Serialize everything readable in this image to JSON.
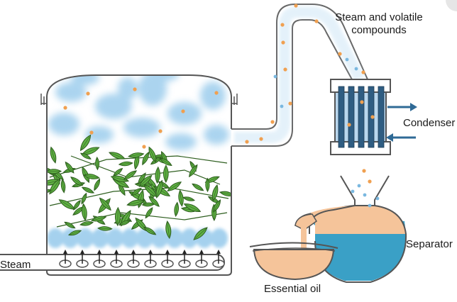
{
  "labels": {
    "steam_volatile_line1": "Steam and volatile",
    "steam_volatile_line2": "compounds",
    "condenser": "Condenser",
    "separator": "Separator",
    "essential_oil": "Essential oil",
    "steam": "Steam"
  },
  "colors": {
    "outline": "#555555",
    "vapor": "#8fc6ea",
    "droplet_orange": "#f0a050",
    "droplet_blue": "#7ab8e0",
    "leaf_green": "#5fb043",
    "leaf_stroke": "#2e5e1f",
    "condenser_dark": "#2f5d82",
    "condenser_light": "#b9d7ee",
    "arrow_blue": "#2f6a96",
    "water": "#3aa0c6",
    "oil": "#f5c49a"
  },
  "icons": {
    "inlet_arrow": "arrow-up-icon",
    "coolant_arrow": "arrow-horizontal-icon"
  }
}
